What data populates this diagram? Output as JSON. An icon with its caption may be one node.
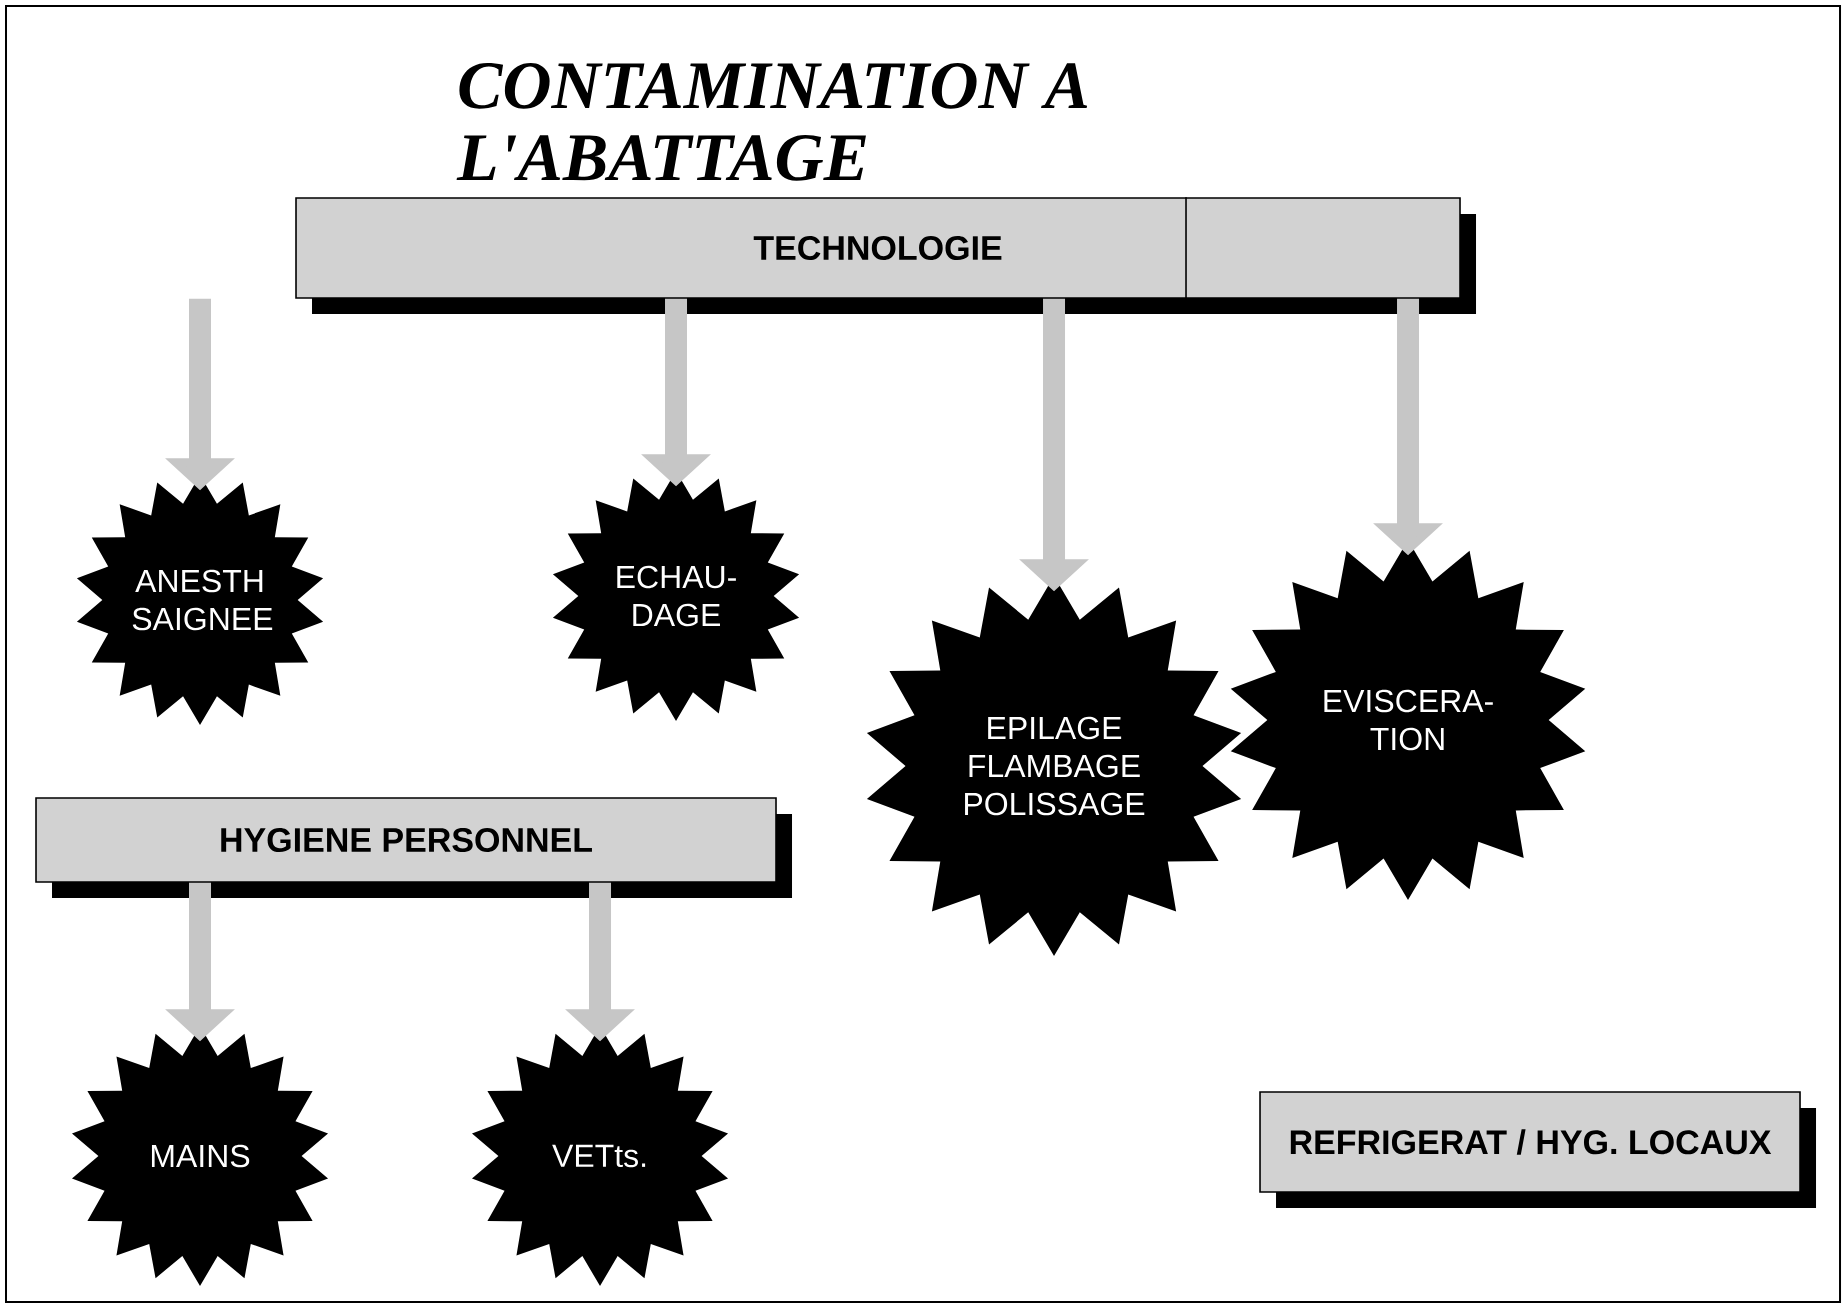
{
  "diagram": {
    "title": "CONTAMINATION A L'ABATTAGE",
    "nodes": [
      {
        "text": [
          "TECHNOLOGIE"
        ]
      },
      {
        "text": [
          "ANESTH SAIGNEE"
        ]
      },
      {
        "text": [
          "ECHAU- DAGE"
        ]
      },
      {
        "text": [
          "EPILAGE FLAMBAGE POLISSAGE"
        ]
      },
      {
        "text": [
          "EVISCERA- TION"
        ]
      },
      {
        "text": [
          "HYGIENE PERSONNEL"
        ]
      },
      {
        "text": [
          "MAINS"
        ]
      },
      {
        "text": [
          "VETts."
        ]
      },
      {
        "text": [
          "REFRIGERAT / HYG. LOCAUX"
        ]
      }
    ],
    "edges": [
      {
        "from": 0,
        "to": 1,
        "arrow": "to"
      },
      {
        "from": 0,
        "to": 2,
        "arrow": "to"
      },
      {
        "from": 0,
        "to": 3,
        "arrow": "to"
      },
      {
        "from": 0,
        "to": 4,
        "arrow": "to"
      },
      {
        "from": 5,
        "to": 6,
        "arrow": "to"
      },
      {
        "from": 5,
        "to": 7,
        "arrow": "to"
      }
    ]
  }
}
